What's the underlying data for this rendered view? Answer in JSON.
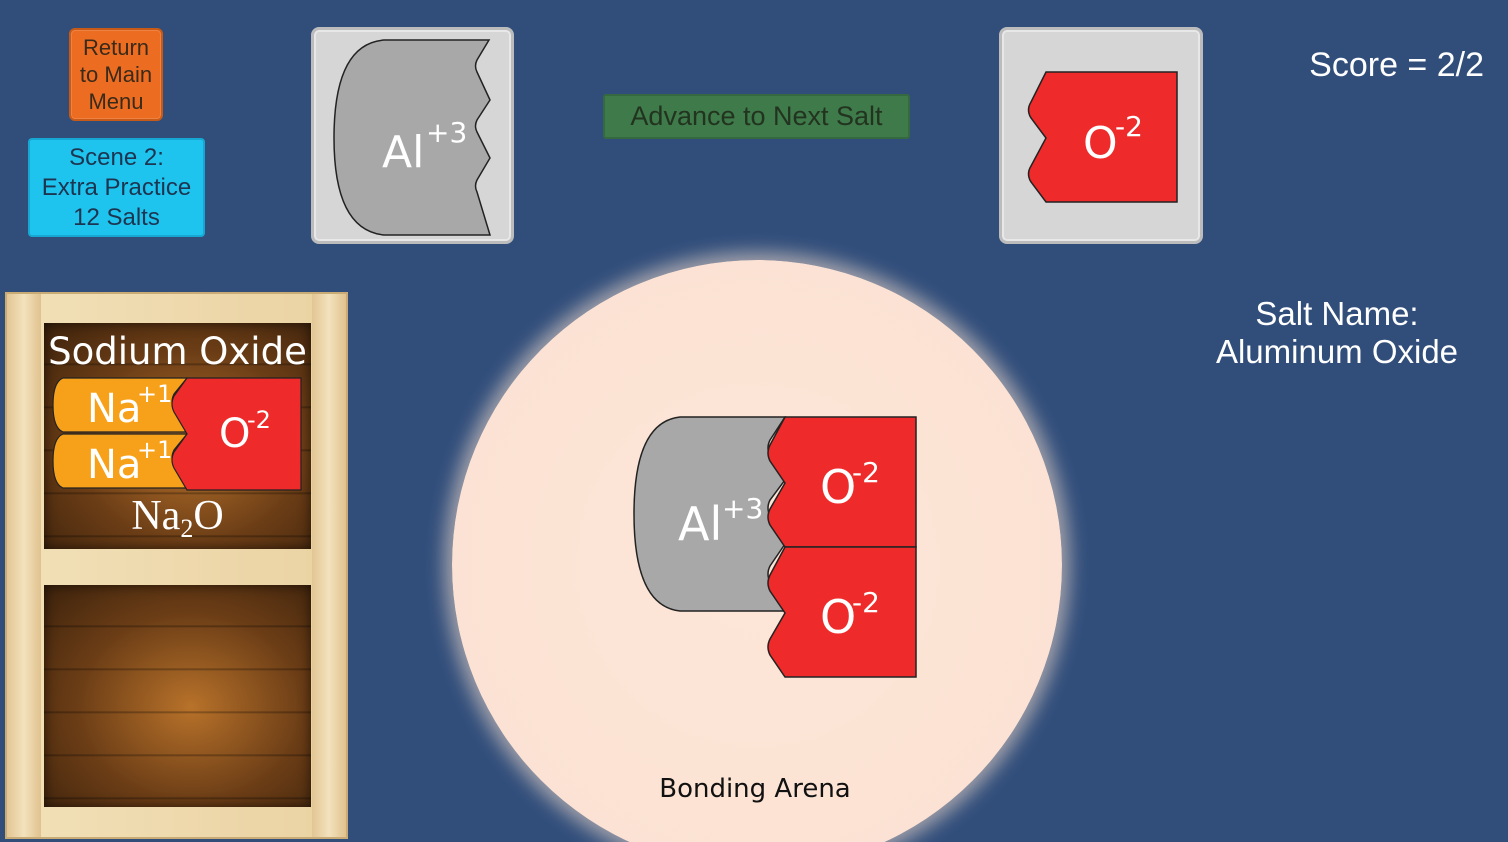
{
  "buttons": {
    "return_label": "Return\nto Main\nMenu",
    "scene_label": "Scene 2:\nExtra Practice\n12 Salts",
    "advance_label": "Advance to Next Salt"
  },
  "score": {
    "text": "Score = 2/2"
  },
  "salt_name": {
    "line1": "Salt Name:",
    "line2": "Aluminum Oxide"
  },
  "palette": {
    "cation_tile": {
      "symbol": "Al",
      "charge": "+3",
      "icon": "aluminum-ion"
    },
    "anion_tile": {
      "symbol": "O",
      "charge": "-2",
      "icon": "oxide-ion"
    }
  },
  "shelf": {
    "completed_salt": {
      "name": "Sodium Oxide",
      "formula_base": "Na",
      "formula_sub": "2",
      "formula_tail": "O",
      "ions": [
        {
          "symbol": "Na",
          "charge": "+1"
        },
        {
          "symbol": "Na",
          "charge": "+1"
        },
        {
          "symbol": "O",
          "charge": "-2"
        }
      ]
    }
  },
  "arena": {
    "label": "Bonding Arena",
    "ions": [
      {
        "symbol": "Al",
        "charge": "+3"
      },
      {
        "symbol": "O",
        "charge": "-2"
      },
      {
        "symbol": "O",
        "charge": "-2"
      }
    ]
  },
  "colors": {
    "background": "#314e7b",
    "cation_gray": "#a8a8a8",
    "anion_red": "#ee2a2a",
    "sodium_orange": "#f7a11a",
    "return_button": "#ec6d22",
    "scene_button": "#1ec3ee",
    "advance_button": "#3f7a4a"
  }
}
